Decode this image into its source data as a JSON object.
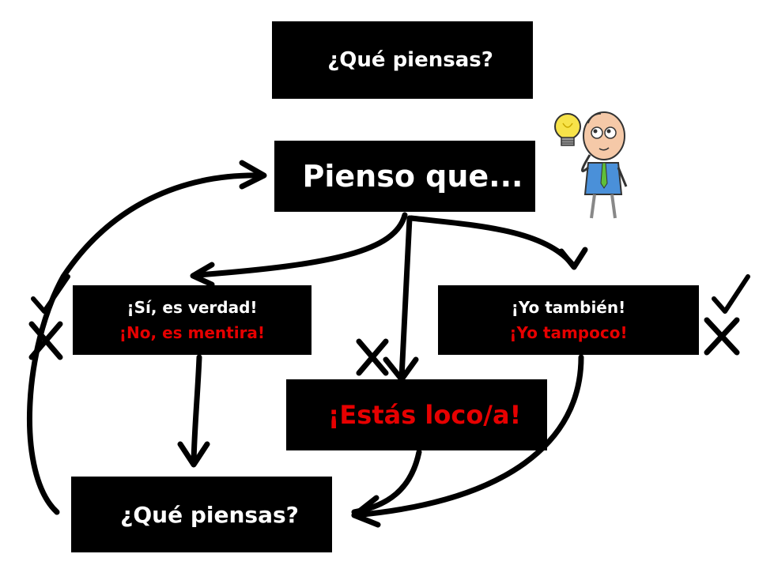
{
  "boxes": {
    "top_question": "¿Qué piensas?",
    "pienso": "Pienso que...",
    "si_verdad": "¡Sí, es verdad!",
    "no_mentira": "¡No, es mentira!",
    "yo_tambien": "¡Yo también!",
    "yo_tampoco": "¡Yo tampoco!",
    "estas_loco": "¡Estás loco/a!",
    "bottom_question": "¿Qué piensas?"
  },
  "colors": {
    "box": "#000000",
    "text": "#ffffff",
    "accent_red": "#e60000",
    "stroke": "#000000"
  },
  "icons": [
    "check-icon",
    "cross-icon",
    "lightbulb-icon",
    "thinking-person-icon"
  ]
}
